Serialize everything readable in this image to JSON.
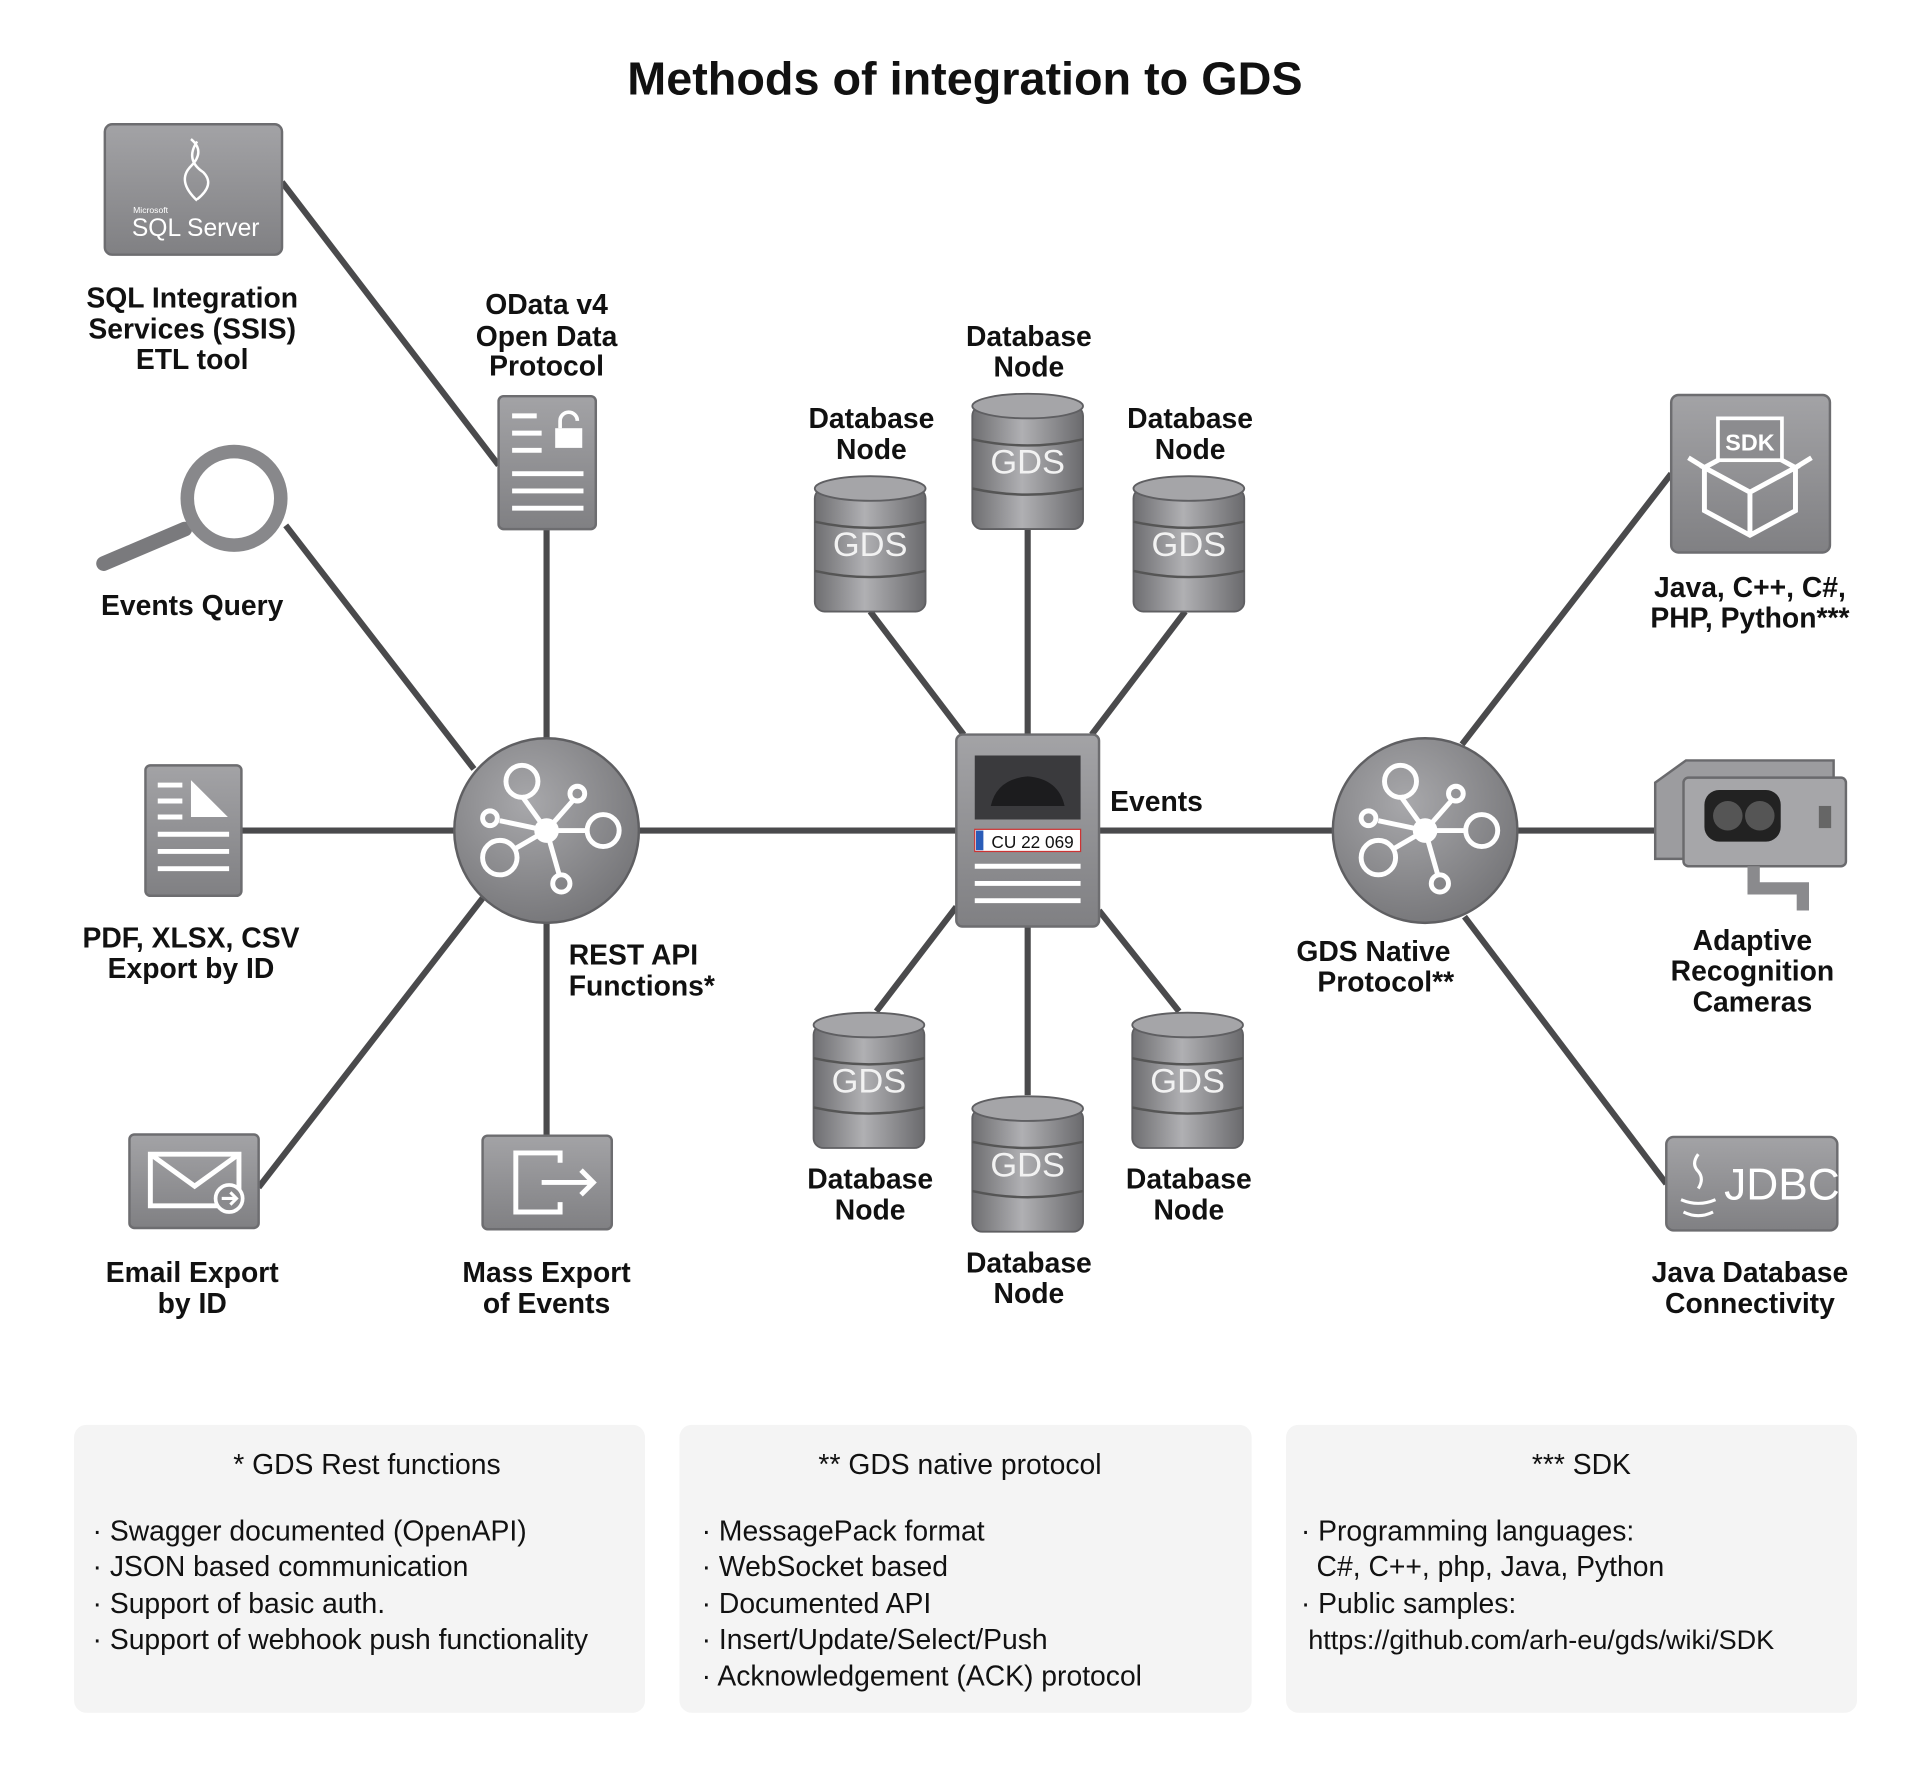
{
  "title": "Methods of integration to GDS",
  "nodes": {
    "sql": {
      "icon": "sql-server-logo",
      "logo_text": "SQL Server",
      "logo_small": "Microsoft",
      "label": [
        "SQL Integration",
        "Services (SSIS)",
        "ETL tool"
      ]
    },
    "odata": {
      "icon": "locked-document-icon",
      "label": [
        "OData v4",
        "Open Data",
        "Protocol"
      ]
    },
    "events_query": {
      "icon": "magnifier-icon",
      "label": [
        "Events Query"
      ]
    },
    "pdf_export": {
      "icon": "document-icon",
      "label": [
        "PDF, XLSX, CSV",
        "Export by ID"
      ]
    },
    "email_export": {
      "icon": "email-icon",
      "label": [
        "Email Export",
        "by ID"
      ]
    },
    "mass_export": {
      "icon": "export-icon",
      "label": [
        "Mass Export",
        "of Events"
      ]
    },
    "rest_hub": {
      "icon": "hub-icon",
      "label": [
        "REST API",
        "Functions*"
      ]
    },
    "events": {
      "icon": "event-card-icon",
      "label": "Events",
      "plate": "CU 22 069"
    },
    "db_nodes": [
      {
        "badge": "GDS",
        "label": [
          "Database",
          "Node"
        ]
      },
      {
        "badge": "GDS",
        "label": [
          "Database",
          "Node"
        ]
      },
      {
        "badge": "GDS",
        "label": [
          "Database",
          "Node"
        ]
      },
      {
        "badge": "GDS",
        "label": [
          "Database",
          "Node"
        ]
      },
      {
        "badge": "GDS",
        "label": [
          "Database",
          "Node"
        ]
      },
      {
        "badge": "GDS",
        "label": [
          "Database",
          "Node"
        ]
      }
    ],
    "native_hub": {
      "icon": "hub-icon",
      "label": [
        "GDS Native",
        "Protocol**"
      ]
    },
    "sdk": {
      "icon": "sdk-box-icon",
      "badge": "SDK",
      "label": [
        "Java, C++, C#,",
        "PHP, Python***"
      ]
    },
    "camera": {
      "icon": "camera-icon",
      "label": [
        "Adaptive",
        "Recognition",
        "Cameras"
      ]
    },
    "jdbc": {
      "icon": "jdbc-logo",
      "logo_text": "JDBC",
      "label": [
        "Java Database",
        "Connectivity"
      ]
    }
  },
  "info_boxes": [
    {
      "heading": "* GDS Rest functions",
      "lines": [
        "· Swagger documented (OpenAPI)",
        "· JSON based communication",
        "· Support of basic auth.",
        "· Support of webhook push functionality"
      ]
    },
    {
      "heading": "** GDS native protocol",
      "lines": [
        "· MessagePack format",
        "· WebSocket based",
        "· Documented API",
        "· Insert/Update/Select/Push",
        "· Acknowledgement (ACK) protocol"
      ]
    },
    {
      "heading": "*** SDK",
      "lines": [
        "· Programming languages:",
        "  C#, C++, php, Java, Python",
        "· Public samples:",
        "https://github.com/arh-eu/gds/wiki/SDK"
      ]
    }
  ],
  "colors": {
    "icon_gray": "#8e8e91",
    "line": "#4a4a4c",
    "info_bg": "#f4f4f4"
  }
}
